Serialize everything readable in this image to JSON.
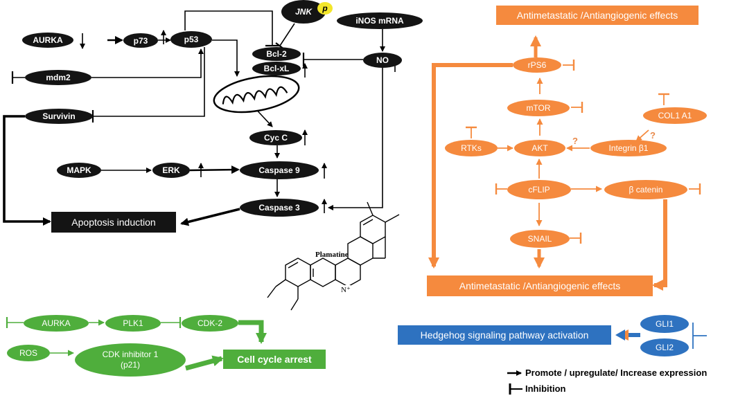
{
  "colors": {
    "black": "#141414",
    "orange": "#f58a3e",
    "green": "#4fae3c",
    "blue": "#2e72c0"
  },
  "apoptosis": {
    "aurka": "AURKA",
    "p73": "p73",
    "p53": "p53",
    "mdm2": "mdm2",
    "survivin": "Survivin",
    "jnk": "JNK",
    "jnk_p": "p",
    "inos": "iNOS mRNA",
    "no": "NO",
    "bcl2": "Bcl-2",
    "bclxl": "Bcl-xL",
    "cycc": "Cyc C",
    "mapk": "MAPK",
    "erk": "ERK",
    "caspase9": "Caspase 9",
    "caspase3": "Caspase 3",
    "apoptosis_induction": "Apoptosis induction"
  },
  "metastasis": {
    "effects_top": "Antimetastatic /Antiangiogenic effects",
    "rps6": "rPS6",
    "mtor": "mTOR",
    "col1a1": "COL1 A1",
    "rtks": "RTKs",
    "akt": "AKT",
    "integrin": "Integrin β1",
    "cflip": "cFLIP",
    "bcatenin": "β catenin",
    "snail": "SNAIL",
    "effects_bottom": "Antimetastatic /Antiangiogenic effects",
    "question": "?"
  },
  "compound": {
    "name": "Plamatine",
    "cation": "N⁺"
  },
  "cell_cycle": {
    "aurka": "AURKA",
    "plk1": "PLK1",
    "cdk2": "CDK-2",
    "ros": "ROS",
    "cdk_inhibitor_line1": "CDK inhibitor 1",
    "cdk_inhibitor_line2": "(p21)",
    "arrest": "Cell cycle arrest"
  },
  "hedgehog": {
    "gli1": "GLI1",
    "gli2": "GLI2",
    "activation": "Hedgehog signaling pathway activation"
  },
  "legend": {
    "promote": "Promote / upregulate/ Increase expression",
    "inhibition": "Inhibition"
  }
}
